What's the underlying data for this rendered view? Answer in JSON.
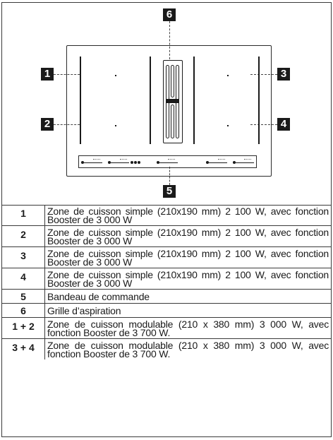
{
  "figure": {
    "callouts": [
      "6",
      "1",
      "3",
      "2",
      "4",
      "5"
    ]
  },
  "legend": [
    {
      "num": "1",
      "text": "Zone de cuisson simple (210x190 mm) 2 100 W, avec fonction Booster de 3 000 W"
    },
    {
      "num": "2",
      "text": "Zone de cuisson simple (210x190 mm) 2 100 W, avec fonction Booster de 3 000 W"
    },
    {
      "num": "3",
      "text": "Zone de cuisson simple (210x190 mm) 2 100 W, avec fonction Booster de 3 000 W"
    },
    {
      "num": "4",
      "text": "Zone de cuisson simple (210x190 mm) 2 100 W, avec fonction Booster de 3 000 W"
    },
    {
      "num": "5",
      "text": "Bandeau de commande"
    },
    {
      "num": "6",
      "text": "Grille d’aspiration"
    },
    {
      "num": "1 + 2",
      "text": "Zone de cuisson modulable (210 x 380 mm) 3 000 W, avec fonction Booster de 3 700 W."
    },
    {
      "num": "3 + 4",
      "text": "Zone de cuisson modulable (210 x 380 mm) 3 000 W, avec fonction Booster de 3 700 W."
    }
  ]
}
